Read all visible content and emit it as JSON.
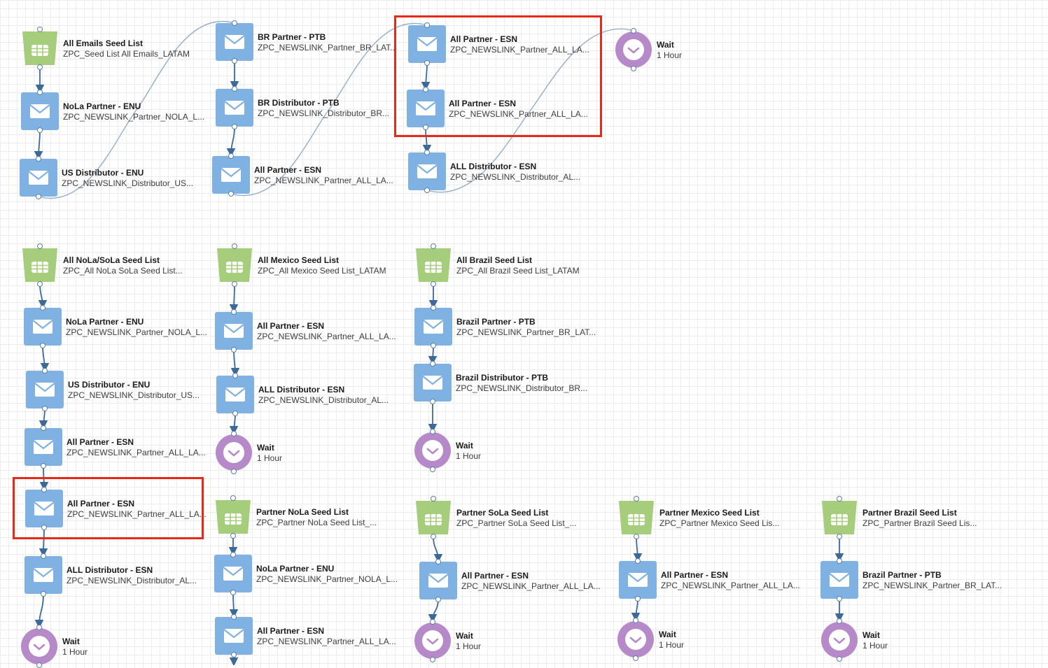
{
  "colors": {
    "email": "#7fb2e3",
    "seed": "#a5cd7c",
    "wait": "#b68ac8",
    "wire": "#3c6a98",
    "highlight": "#e52a1a"
  },
  "icon_names": {
    "email": "envelope-icon",
    "seed": "database-icon",
    "wait": "clock-icon"
  },
  "flows": [
    {
      "nodes": [
        {
          "type": "seed",
          "title": "All Emails Seed List",
          "subtitle": "ZPC_Seed List All Emails_LATAM"
        },
        {
          "type": "email",
          "title": "NoLa Partner - ENU",
          "subtitle": "ZPC_NEWSLINK_Partner_NOLA_L..."
        },
        {
          "type": "email",
          "title": "US Distributor - ENU",
          "subtitle": "ZPC_NEWSLINK_Distributor_US..."
        },
        {
          "type": "email",
          "title": "BR Partner - PTB",
          "subtitle": "ZPC_NEWSLINK_Partner_BR_LAT..."
        },
        {
          "type": "email",
          "title": "BR Distributor - PTB",
          "subtitle": "ZPC_NEWSLINK_Distributor_BR..."
        },
        {
          "type": "email",
          "title": "All Partner - ESN",
          "subtitle": "ZPC_NEWSLINK_Partner_ALL_LA..."
        },
        {
          "type": "email",
          "title": "All Partner - ESN",
          "subtitle": "ZPC_NEWSLINK_Partner_ALL_LA..."
        },
        {
          "type": "email",
          "title": "All Partner - ESN",
          "subtitle": "ZPC_NEWSLINK_Partner_ALL_LA..."
        },
        {
          "type": "email",
          "title": "ALL Distributor - ESN",
          "subtitle": "ZPC_NEWSLINK_Distributor_AL..."
        },
        {
          "type": "wait",
          "title": "Wait",
          "subtitle": "1 Hour"
        }
      ]
    },
    {
      "nodes": [
        {
          "type": "seed",
          "title": "All NoLa/SoLa Seed List",
          "subtitle": "ZPC_All NoLa SoLa Seed List..."
        },
        {
          "type": "email",
          "title": "NoLa Partner - ENU",
          "subtitle": "ZPC_NEWSLINK_Partner_NOLA_L..."
        },
        {
          "type": "email",
          "title": "US Distributor - ENU",
          "subtitle": "ZPC_NEWSLINK_Distributor_US..."
        },
        {
          "type": "email",
          "title": "All Partner - ESN",
          "subtitle": "ZPC_NEWSLINK_Partner_ALL_LA..."
        },
        {
          "type": "email",
          "title": "All Partner - ESN",
          "subtitle": "ZPC_NEWSLINK_Partner_ALL_LA..."
        },
        {
          "type": "email",
          "title": "ALL Distributor - ESN",
          "subtitle": "ZPC_NEWSLINK_Distributor_AL..."
        },
        {
          "type": "wait",
          "title": "Wait",
          "subtitle": "1 Hour"
        }
      ]
    },
    {
      "nodes": [
        {
          "type": "seed",
          "title": "All Mexico Seed List",
          "subtitle": "ZPC_All Mexico Seed List_LATAM"
        },
        {
          "type": "email",
          "title": "All Partner - ESN",
          "subtitle": "ZPC_NEWSLINK_Partner_ALL_LA..."
        },
        {
          "type": "email",
          "title": "ALL Distributor - ESN",
          "subtitle": "ZPC_NEWSLINK_Distributor_AL..."
        },
        {
          "type": "wait",
          "title": "Wait",
          "subtitle": "1 Hour"
        }
      ]
    },
    {
      "nodes": [
        {
          "type": "seed",
          "title": "All Brazil Seed List",
          "subtitle": "ZPC_All Brazil Seed List_LATAM"
        },
        {
          "type": "email",
          "title": "Brazil Partner - PTB",
          "subtitle": "ZPC_NEWSLINK_Partner_BR_LAT..."
        },
        {
          "type": "email",
          "title": "Brazil Distributor - PTB",
          "subtitle": "ZPC_NEWSLINK_Distributor_BR..."
        },
        {
          "type": "wait",
          "title": "Wait",
          "subtitle": "1 Hour"
        }
      ]
    },
    {
      "nodes": [
        {
          "type": "seed",
          "title": "Partner NoLa Seed List",
          "subtitle": "ZPC_Partner NoLa Seed List_..."
        },
        {
          "type": "email",
          "title": "NoLa Partner - ENU",
          "subtitle": "ZPC_NEWSLINK_Partner_NOLA_L..."
        },
        {
          "type": "email",
          "title": "All Partner - ESN",
          "subtitle": "ZPC_NEWSLINK_Partner_ALL_LA..."
        }
      ]
    },
    {
      "nodes": [
        {
          "type": "seed",
          "title": "Partner SoLa Seed List",
          "subtitle": "ZPC_Partner SoLa Seed List_..."
        },
        {
          "type": "email",
          "title": "All Partner - ESN",
          "subtitle": "ZPC_NEWSLINK_Partner_ALL_LA..."
        },
        {
          "type": "wait",
          "title": "Wait",
          "subtitle": "1 Hour"
        }
      ]
    },
    {
      "nodes": [
        {
          "type": "seed",
          "title": "Partner Mexico Seed List",
          "subtitle": "ZPC_Partner Mexico Seed Lis..."
        },
        {
          "type": "email",
          "title": "All Partner - ESN",
          "subtitle": "ZPC_NEWSLINK_Partner_ALL_LA..."
        },
        {
          "type": "wait",
          "title": "Wait",
          "subtitle": "1 Hour"
        }
      ]
    },
    {
      "nodes": [
        {
          "type": "seed",
          "title": "Partner Brazil Seed List",
          "subtitle": "ZPC_Partner Brazil Seed Lis..."
        },
        {
          "type": "email",
          "title": "Brazil Partner - PTB",
          "subtitle": "ZPC_NEWSLINK_Partner_BR_LAT..."
        },
        {
          "type": "wait",
          "title": "Wait",
          "subtitle": "1 Hour"
        }
      ]
    }
  ],
  "highlights": [
    {
      "flow": 0,
      "from": 6,
      "to": 7
    },
    {
      "flow": 1,
      "from": 4,
      "to": 4
    }
  ]
}
